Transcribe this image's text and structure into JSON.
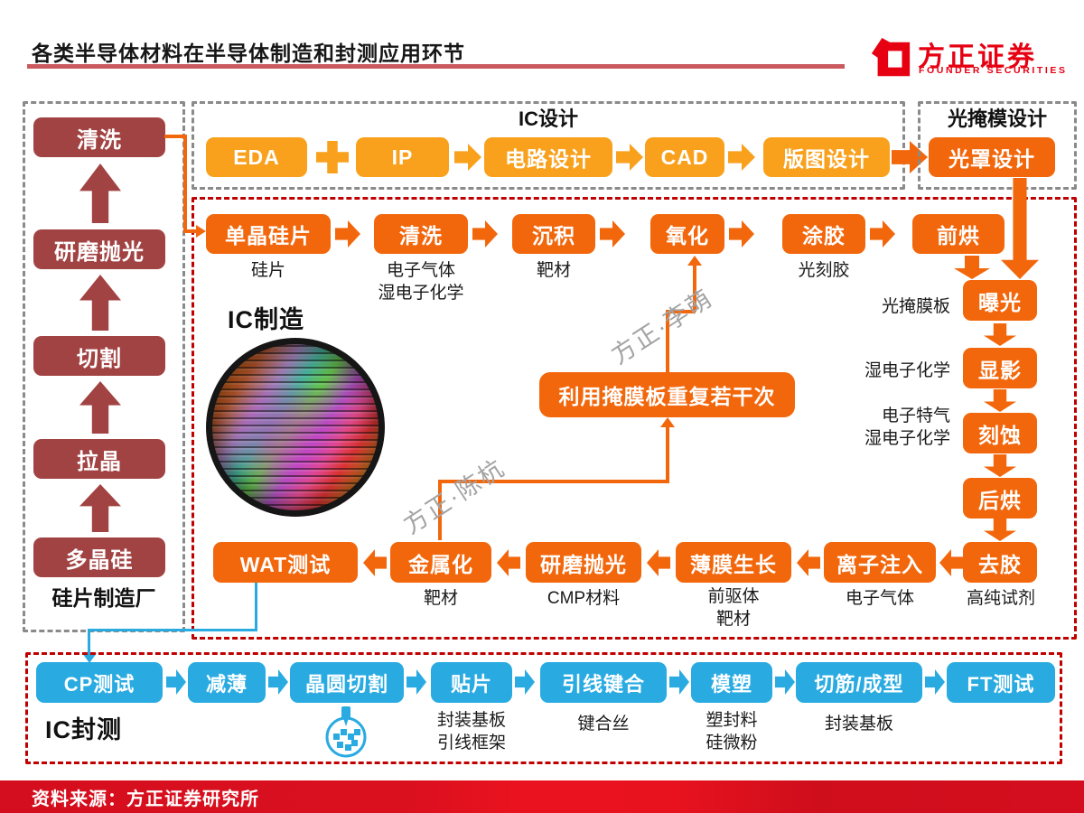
{
  "header": {
    "title": "各类半导体材料在半导体制造和封测应用环节"
  },
  "logo": {
    "name": "方正证券",
    "subtitle": "FOUNDER SECURITIES"
  },
  "watermarks": {
    "wm1": "方正·李萌",
    "wm2": "方正·陈杭"
  },
  "wafer_fab": {
    "label": "硅片制造厂",
    "steps": [
      "清洗",
      "研磨抛光",
      "切割",
      "拉晶",
      "多晶硅"
    ]
  },
  "ic_design": {
    "label": "IC设计",
    "plus": "+",
    "steps": [
      "EDA",
      "IP",
      "电路设计",
      "CAD",
      "版图设计"
    ]
  },
  "mask_design": {
    "label": "光掩模设计",
    "step": "光罩设计"
  },
  "ic_mfg": {
    "label": "IC制造",
    "repeat_note": "利用掩膜板重复若干次",
    "top_row": [
      {
        "step": "单晶硅片",
        "material": "硅片"
      },
      {
        "step": "清洗",
        "material": "电子气体\n湿电子化学"
      },
      {
        "step": "沉积",
        "material": "靶材"
      },
      {
        "step": "氧化"
      },
      {
        "step": "涂胶",
        "material": "光刻胶"
      },
      {
        "step": "前烘"
      }
    ],
    "right_col": [
      {
        "step": "曝光",
        "material": "光掩膜板"
      },
      {
        "step": "显影",
        "material": "湿电子化学"
      },
      {
        "step": "刻蚀",
        "material": "电子特气\n湿电子化学"
      },
      {
        "step": "后烘"
      },
      {
        "step": "去胶",
        "material": "高纯试剂"
      }
    ],
    "bottom_row": [
      {
        "step": "离子注入",
        "material": "电子气体"
      },
      {
        "step": "薄膜生长",
        "material": "前驱体\n靶材"
      },
      {
        "step": "研磨抛光",
        "material": "CMP材料"
      },
      {
        "step": "金属化",
        "material": "靶材"
      },
      {
        "step": "WAT测试"
      }
    ]
  },
  "ic_pkg": {
    "label": "IC封测",
    "steps": [
      {
        "step": "CP测试"
      },
      {
        "step": "减薄"
      },
      {
        "step": "晶圆切割"
      },
      {
        "step": "贴片",
        "material": "封装基板\n引线框架"
      },
      {
        "step": "引线键合",
        "material": "键合丝"
      },
      {
        "step": "模塑",
        "material": "塑封料\n硅微粉"
      },
      {
        "step": "切筋/成型",
        "material": "封装基板"
      },
      {
        "step": "FT测试"
      }
    ]
  },
  "footer": {
    "source": "资料来源：方正证券研究所"
  },
  "colors": {
    "dark_red": "#A24343",
    "light_orange": "#F9A11D",
    "deep_orange": "#F2670C",
    "blue": "#29ABE2",
    "dashed_red": "#C00000",
    "brand_red": "#E60012"
  }
}
